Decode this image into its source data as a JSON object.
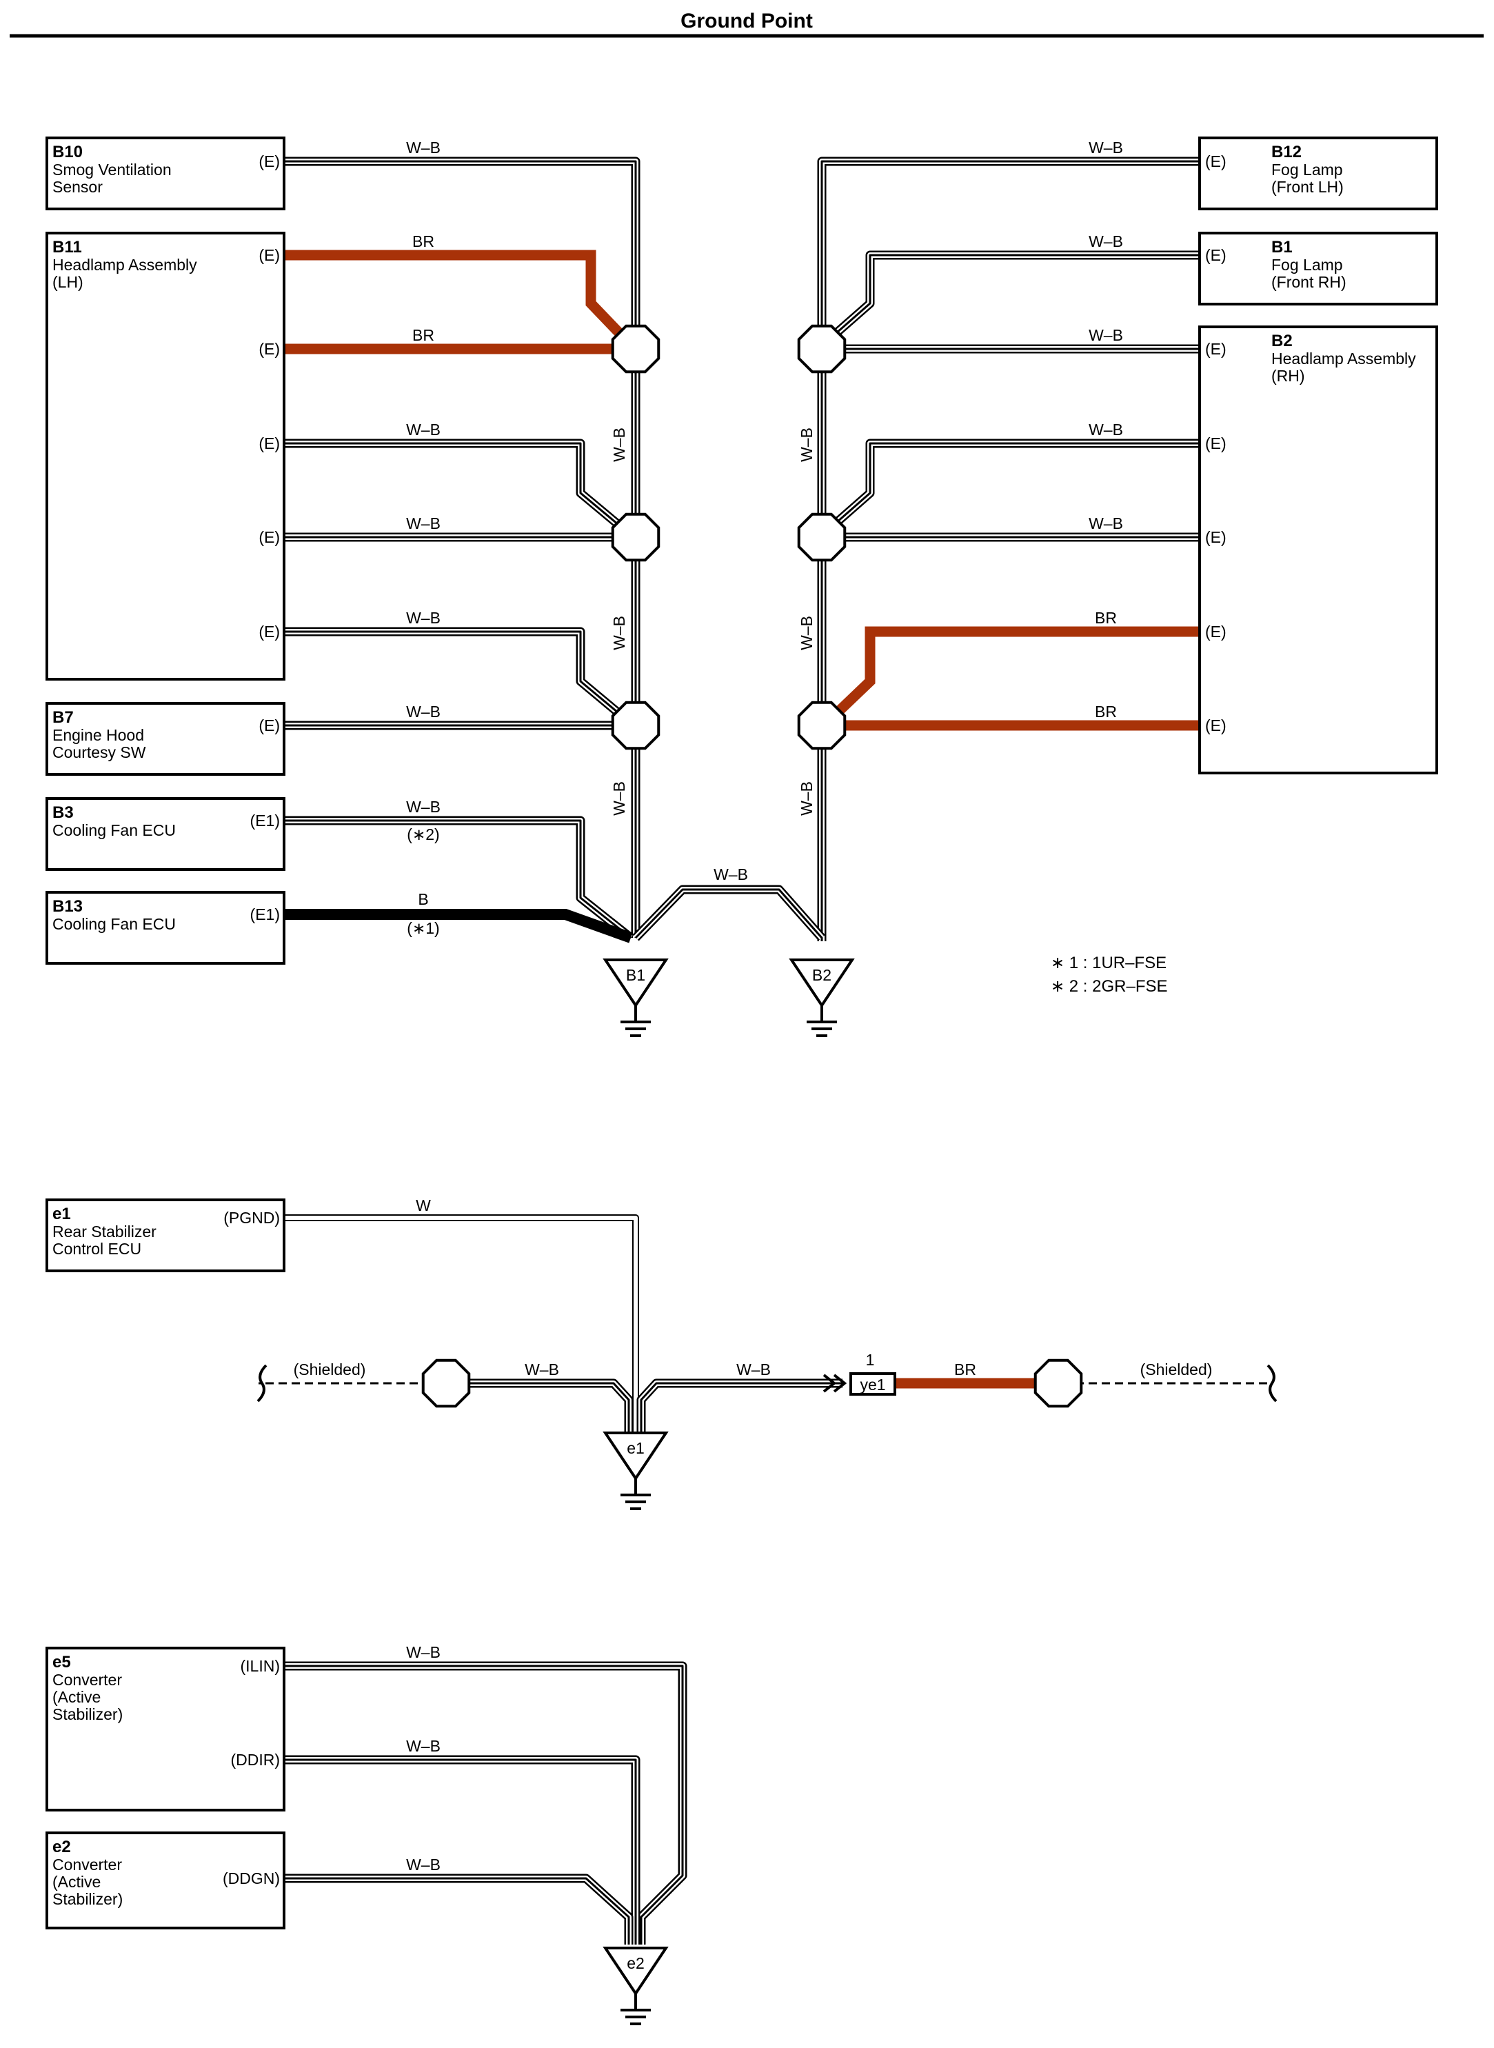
{
  "title": "Ground Point",
  "colors": {
    "line": "#000000",
    "wire_br": "#a83208",
    "wire_b": "#000000",
    "wire_white": "#ffffff",
    "background": "#ffffff"
  },
  "components": [
    {
      "id": "B10",
      "name_lines": [
        "Smog Ventilation",
        "Sensor"
      ],
      "pins": [
        "(E)"
      ]
    },
    {
      "id": "B11",
      "name_lines": [
        "Headlamp Assembly",
        "(LH)"
      ],
      "pins": [
        "(E)",
        "(E)",
        "(E)",
        "(E)",
        "(E)"
      ]
    },
    {
      "id": "B7",
      "name_lines": [
        "Engine Hood",
        "Courtesy SW"
      ],
      "pins": [
        "(E)"
      ]
    },
    {
      "id": "B3",
      "name_lines": [
        "Cooling Fan ECU"
      ],
      "pins": [
        "(E1)"
      ]
    },
    {
      "id": "B13",
      "name_lines": [
        "Cooling Fan ECU"
      ],
      "pins": [
        "(E1)"
      ]
    },
    {
      "id": "B12",
      "name_lines": [
        "Fog Lamp",
        "(Front LH)"
      ],
      "pins": [
        "(E)"
      ]
    },
    {
      "id": "B1",
      "name_lines": [
        "Fog Lamp",
        "(Front RH)"
      ],
      "pins": [
        "(E)"
      ]
    },
    {
      "id": "B2",
      "name_lines": [
        "Headlamp Assembly",
        "(RH)"
      ],
      "pins": [
        "(E)",
        "(E)",
        "(E)",
        "(E)",
        "(E)"
      ]
    },
    {
      "id": "e1",
      "name_lines": [
        "Rear Stabilizer",
        "Control ECU"
      ],
      "pins": [
        "(PGND)"
      ]
    },
    {
      "id": "e5",
      "name_lines": [
        "Converter",
        "(Active",
        " Stabilizer)"
      ],
      "pins": [
        "(ILIN)",
        "(DDIR)"
      ]
    },
    {
      "id": "e2",
      "name_lines": [
        "Converter",
        "(Active",
        " Stabilizer)"
      ],
      "pins": [
        "(DDGN)"
      ]
    }
  ],
  "wire_labels": {
    "wb": "W–B",
    "br": "BR",
    "b": "B",
    "w": "W"
  },
  "option_marks": {
    "b3": "(∗2)",
    "b13": "(∗1)"
  },
  "grounds": [
    "B1",
    "B2",
    "e1",
    "e2"
  ],
  "shielded_label": "(Shielded)",
  "connector": {
    "id": "ye1",
    "pin": "1"
  },
  "notes": [
    "∗ 1 : 1UR–FSE",
    "∗ 2 : 2GR–FSE"
  ]
}
